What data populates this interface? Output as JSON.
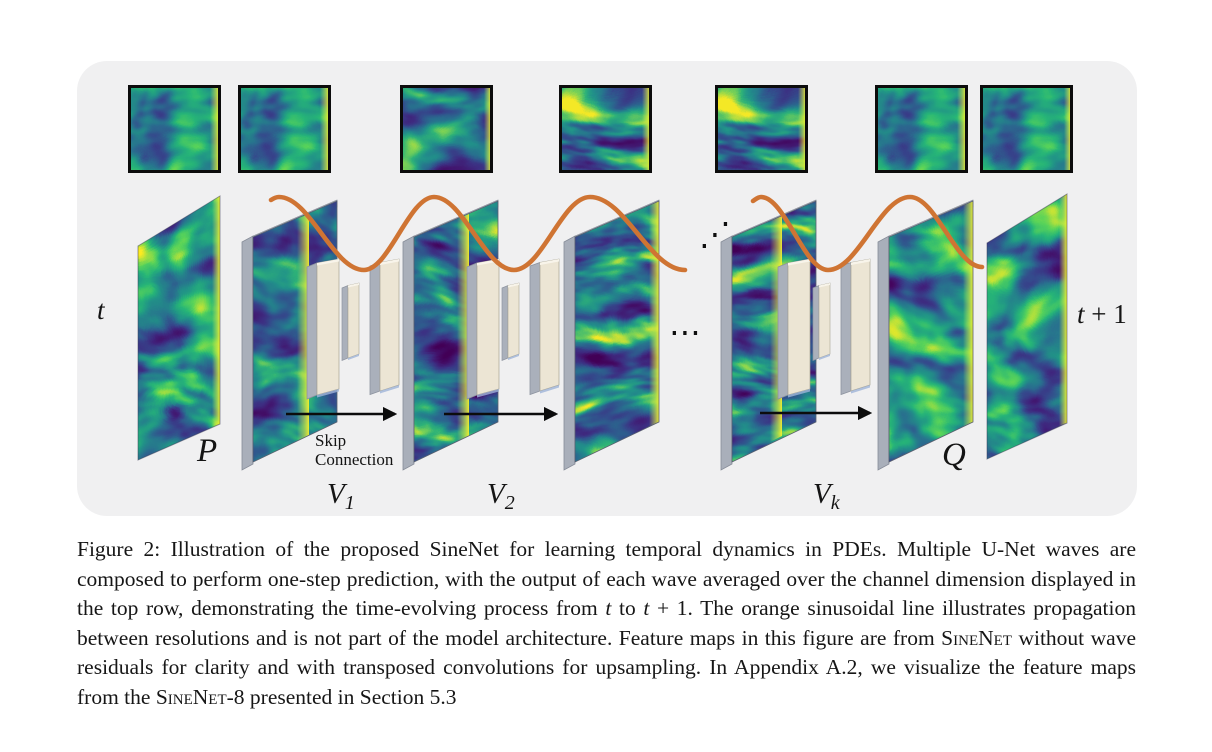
{
  "figure_labels": {
    "t_in": "t",
    "p": "P",
    "v1": {
      "base": "V",
      "sub": "1"
    },
    "v2": {
      "base": "V",
      "sub": "2"
    },
    "vk": {
      "base": "V",
      "sub": "k"
    },
    "q": "Q",
    "t_out": {
      "base": "t",
      "rest": " + 1"
    },
    "skip_line1": "Skip",
    "skip_line2": "Connection",
    "dots_diagonal": "⋰",
    "dots_horizontal": "⋯"
  },
  "colors": {
    "panel_bg": "#f0f0f1",
    "sine_orange": "#cf7433",
    "slab_cream": "#ece5d4",
    "frame_gray": "#a9afba",
    "viridis_dark": "#440154",
    "viridis_teal": "#2a788e",
    "viridis_yellow": "#fde725"
  },
  "caption": {
    "segments": [
      {
        "t": "Figure 2: Illustration of the proposed SineNet for learning temporal dynamics in PDEs. Multiple U-Net waves are composed to perform one-step prediction, with the output of each wave averaged over the channel dimension displayed in the top row, demonstrating the time-evolving process from ",
        "s": "n"
      },
      {
        "t": "t",
        "s": "it"
      },
      {
        "t": " to ",
        "s": "n"
      },
      {
        "t": "t",
        "s": "it"
      },
      {
        "t": " + 1. The orange sinusoidal line illustrates propagation between resolutions and is not part of the model architecture. Feature maps in this figure are from ",
        "s": "n"
      },
      {
        "t": "SineNet",
        "s": "sc"
      },
      {
        "t": " without wave residuals for clarity and with transposed convolutions for upsampling. In Appendix A.2, we visualize the feature maps from the ",
        "s": "n"
      },
      {
        "t": "SineNet",
        "s": "sc"
      },
      {
        "t": "-8 presented in Section 5.3",
        "s": "n"
      }
    ]
  }
}
